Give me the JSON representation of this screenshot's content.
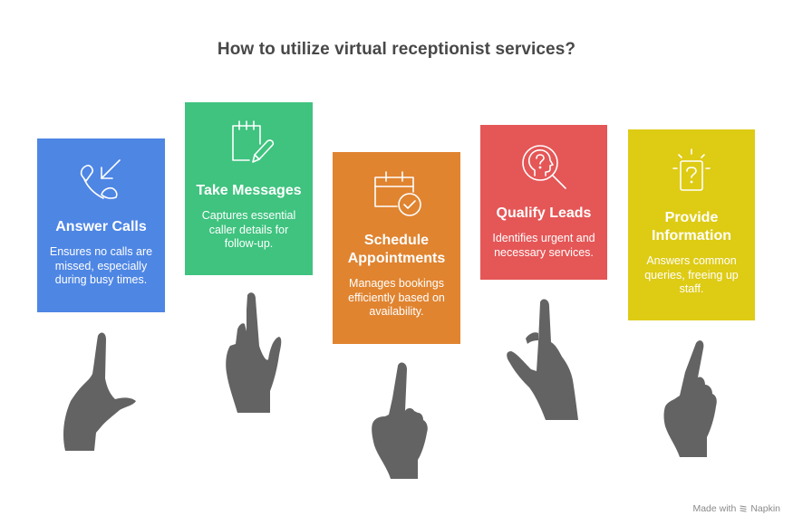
{
  "title": "How to utilize virtual receptionist services?",
  "colors": {
    "title": "#484848",
    "hand": "#636363",
    "footer": "#8a8a8a"
  },
  "cards": [
    {
      "label": "Answer Calls",
      "description": "Ensures no calls are missed, especially during busy times.",
      "icon": "incoming-call-icon",
      "color": "#4E86E4"
    },
    {
      "label": "Take Messages",
      "description": "Captures essential caller details for follow-up.",
      "icon": "notepad-pencil-icon",
      "color": "#3FC37F"
    },
    {
      "label": "Schedule Appointments",
      "description": "Manages bookings efficiently based on availability.",
      "icon": "calendar-check-icon",
      "color": "#E08430"
    },
    {
      "label": "Qualify Leads",
      "description": "Identifies urgent and necessary services.",
      "icon": "head-question-magnifier-icon",
      "color": "#E55656"
    },
    {
      "label": "Provide Information",
      "description": "Answers common queries, freeing up staff.",
      "icon": "question-card-rays-icon",
      "color": "#DECB14"
    }
  ],
  "footer": {
    "prefix": "Made with",
    "brand": "Napkin"
  }
}
